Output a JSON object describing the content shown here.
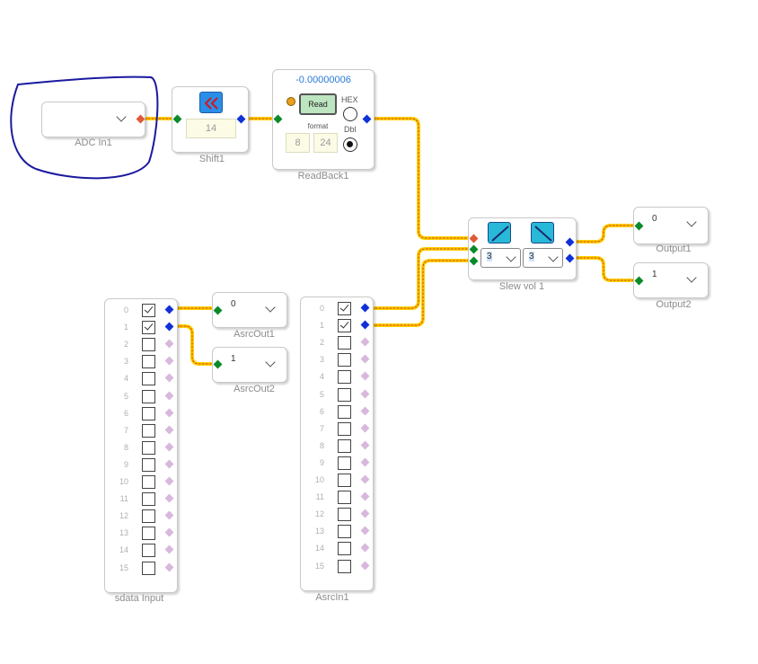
{
  "colors": {
    "wire": "#ffd000",
    "wire_dash": "#cc4400",
    "pin_in": "#0a8a2a",
    "pin_out": "#1030d8",
    "pin_unused": "#d8b8dc",
    "annotation": "#1a1aa0",
    "value_text": "#2a7bd6"
  },
  "adc": {
    "label": "ADC In1"
  },
  "shift": {
    "label": "Shift1",
    "value": "14",
    "icon": "double-chevron-left-icon"
  },
  "readback": {
    "label": "ReadBack1",
    "value": "-0.00000006",
    "read_button": "Read",
    "hex_label": "HEX",
    "format_label": "format",
    "dbl_label": "Dbl",
    "fmt_a": "8",
    "fmt_b": "24"
  },
  "slew": {
    "label": "Slew vol 1",
    "sel_a": "3",
    "sel_b": "3",
    "icon_up": "ramp-up-icon",
    "icon_down": "ramp-down-icon"
  },
  "output1": {
    "label": "Output1",
    "value": "0"
  },
  "output2": {
    "label": "Output2",
    "value": "1"
  },
  "asrcout1": {
    "label": "AsrcOut1",
    "value": "0"
  },
  "asrcout2": {
    "label": "AsrcOut2",
    "value": "1"
  },
  "sdata": {
    "label": "sdata Input",
    "rows": [
      "0",
      "1",
      "2",
      "3",
      "4",
      "5",
      "6",
      "7",
      "8",
      "9",
      "10",
      "11",
      "12",
      "13",
      "14",
      "15"
    ],
    "checked": [
      0,
      1
    ]
  },
  "asrcin": {
    "label": "AsrcIn1",
    "rows": [
      "0",
      "1",
      "2",
      "3",
      "4",
      "5",
      "6",
      "7",
      "8",
      "9",
      "10",
      "11",
      "12",
      "13",
      "14",
      "15"
    ],
    "checked": [
      0,
      1
    ]
  }
}
